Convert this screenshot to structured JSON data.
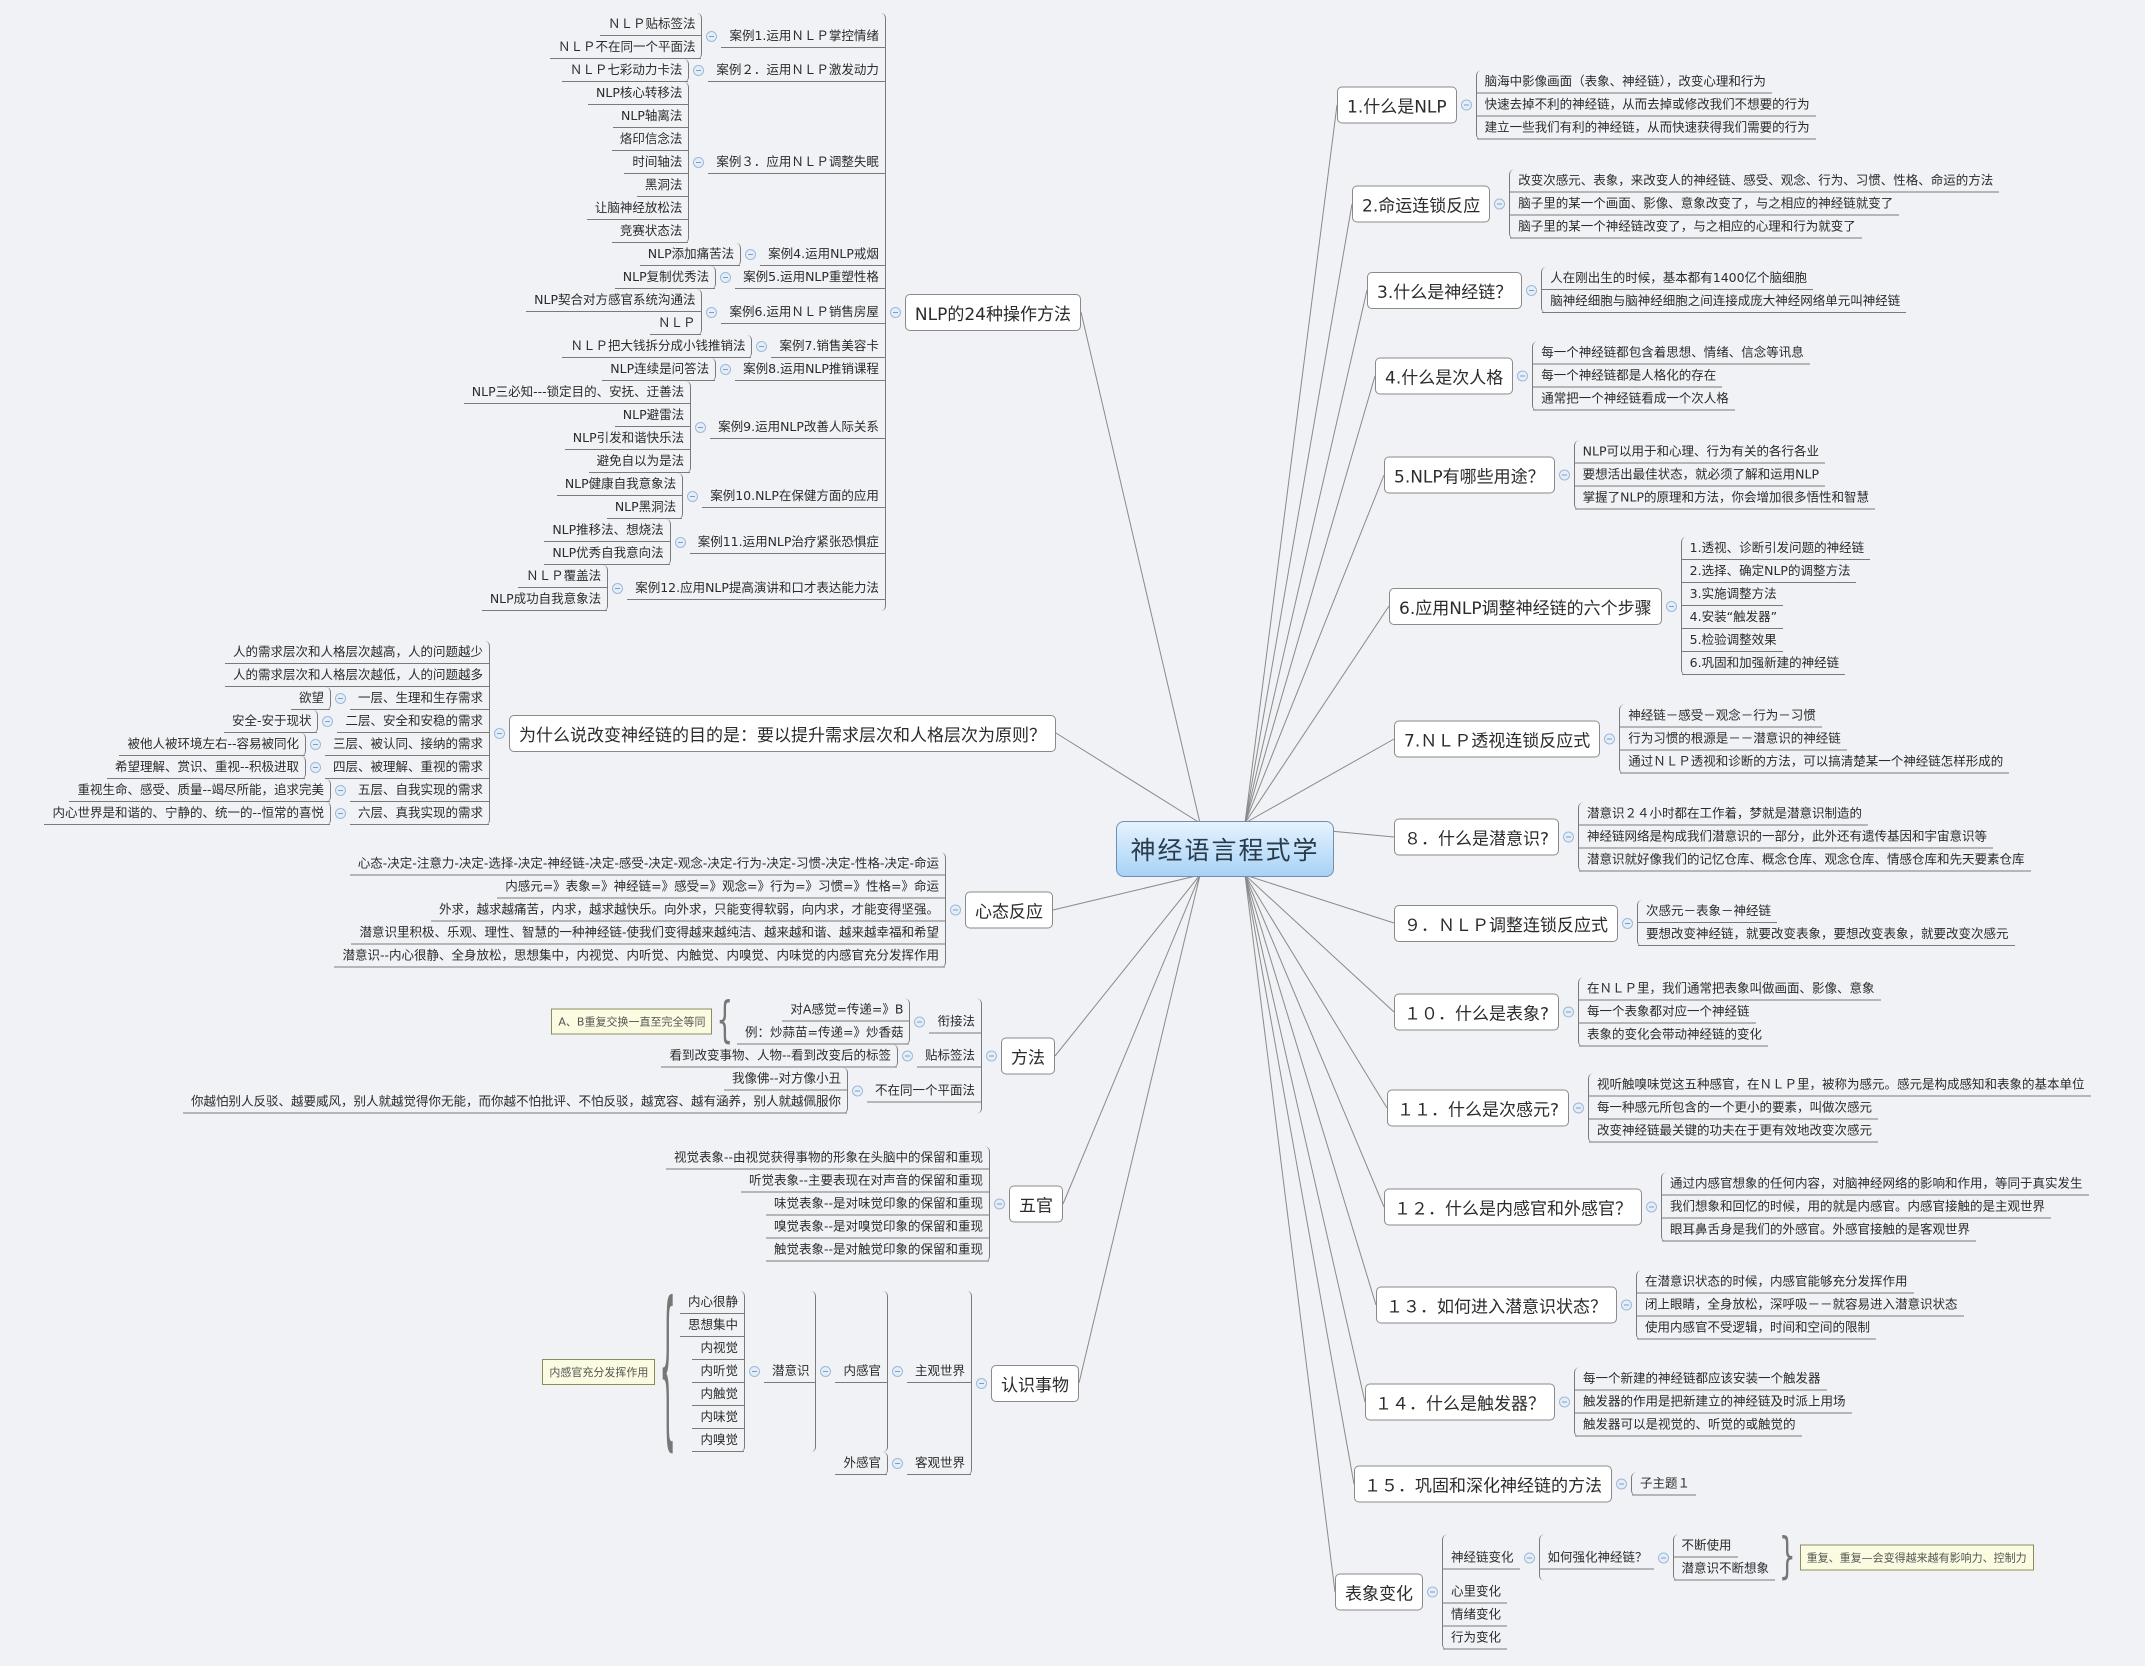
{
  "title": "神经语言程式学",
  "colors": {
    "background": "#f1f2f6",
    "center_top": "#e6f3ff",
    "center_bottom": "#a7d2f6",
    "line": "#7a7a7a",
    "callout": "#fbfbe1"
  },
  "right_branches": [
    {
      "label": "1.什么是NLP",
      "children": [
        "脑海中影像画面（表象、神经链），改变心理和行为",
        "快速去掉不利的神经链，从而去掉或修改我们不想要的行为",
        "建立一些我们有利的神经链，从而快速获得我们需要的行为"
      ]
    },
    {
      "label": "2.命运连锁反应",
      "children": [
        "改变次感元、表象，来改变人的神经链、感受、观念、行为、习惯、性格、命运的方法",
        "脑子里的某一个画面、影像、意象改变了，与之相应的神经链就变了",
        "脑子里的某一个神经链改变了，与之相应的心理和行为就变了"
      ]
    },
    {
      "label": "3.什么是神经链？",
      "children": [
        "人在刚出生的时候，基本都有1400亿个脑细胞",
        "脑神经细胞与脑神经细胞之间连接成庞大神经网络单元叫神经链"
      ]
    },
    {
      "label": "4.什么是次人格",
      "children": [
        "每一个神经链都包含着思想、情绪、信念等讯息",
        "每一个神经链都是人格化的存在",
        "通常把一个神经链看成一个次人格"
      ]
    },
    {
      "label": "5.NLP有哪些用途？",
      "children": [
        "NLP可以用于和心理、行为有关的各行各业",
        "要想活出最佳状态，就必须了解和运用NLP",
        "掌握了NLP的原理和方法，你会增加很多悟性和智慧"
      ]
    },
    {
      "label": "6.应用NLP调整神经链的六个步骤",
      "children": [
        "1.透视、诊断引发问题的神经链",
        "2.选择、确定NLP的调整方法",
        "3.实施调整方法",
        "4.安装“触发器”",
        "5.检验调整效果",
        "6.巩固和加强新建的神经链"
      ]
    },
    {
      "label": "7.ＮＬＰ透视连锁反应式",
      "children": [
        "神经链－感受－观念－行为－习惯",
        "行为习惯的根源是－－潜意识的神经链",
        "通过ＮＬＰ透视和诊断的方法，可以搞清楚某一个神经链怎样形成的"
      ]
    },
    {
      "label": "８．什么是潜意识?",
      "children": [
        "潜意识２４小时都在工作着，梦就是潜意识制造的",
        "神经链网络是构成我们潜意识的一部分，此外还有遗传基因和宇宙意识等",
        "潜意识就好像我们的记忆仓库、概念仓库、观念仓库、情感仓库和先天要素仓库"
      ]
    },
    {
      "label": "９．ＮＬＰ调整连锁反应式",
      "children": [
        "次感元－表象－神经链",
        "要想改变神经链，就要改变表象，要想改变表象，就要改变次感元"
      ]
    },
    {
      "label": "１０．什么是表象?",
      "children": [
        "在ＮＬＰ里，我们通常把表象叫做画面、影像、意象",
        "每一个表象都对应一个神经链",
        "表象的变化会带动神经链的变化"
      ]
    },
    {
      "label": "１１．什么是次感元?",
      "children": [
        "视听触嗅味觉这五种感官，在ＮＬＰ里，被称为感元。感元是构成感知和表象的基本单位",
        "每一种感元所包含的一个更小的要素，叫做次感元",
        "改变神经链最关键的功夫在于更有效地改变次感元"
      ]
    },
    {
      "label": "１２．什么是内感官和外感官？",
      "children": [
        "通过内感官想象的任何内容，对脑神经网络的影响和作用，等同于真实发生",
        "我们想象和回忆的时候，用的就是内感官。内感官接触的是主观世界",
        "眼耳鼻舌身是我们的外感官。外感官接触的是客观世界"
      ]
    },
    {
      "label": "１３．如何进入潜意识状态？",
      "children": [
        "在潜意识状态的时候，内感官能够充分发挥作用",
        "闭上眼睛，全身放松，深呼吸－－就容易进入潜意识状态",
        "使用内感官不受逻辑，时间和空间的限制"
      ]
    },
    {
      "label": "１４．什么是触发器？",
      "children": [
        "每一个新建的神经链都应该安装一个触发器",
        "触发器的作用是把新建立的神经链及时派上用场",
        "触发器可以是视觉的、听觉的或触觉的"
      ]
    },
    {
      "label": "１５．巩固和深化神经链的方法",
      "children": [
        "子主题１"
      ]
    },
    {
      "label": "表象变化",
      "children": [
        {
          "label": "神经链变化",
          "children": [
            {
              "label": "如何强化神经链？",
              "children": [
                "不断使用",
                "潜意识不断想象"
              ],
              "summary": "重复、重复—会变得越来越有影响力、控制力"
            }
          ]
        },
        "心里变化",
        "情绪变化",
        "行为变化"
      ]
    }
  ],
  "left_branches": [
    {
      "label": "NLP的24种操作方法",
      "children": [
        {
          "label": "案例1.运用ＮＬＰ掌控情绪",
          "children": [
            "ＮＬＰ贴标签法",
            "ＮＬＰ不在同一个平面法"
          ]
        },
        {
          "label": "案例２．运用ＮＬＰ激发动力",
          "children": [
            "ＮＬＰ七彩动力卡法"
          ]
        },
        {
          "label": "案例３．应用ＮＬＰ调整失眠",
          "children": [
            "NLP核心转移法",
            "NLP轴离法",
            "烙印信念法",
            "时间轴法",
            "黑洞法",
            "让脑神经放松法",
            "竞赛状态法"
          ]
        },
        {
          "label": "案例4.运用NLP戒烟",
          "children": [
            "NLP添加痛苦法"
          ]
        },
        {
          "label": "案例5.运用NLP重塑性格",
          "children": [
            "NLP复制优秀法"
          ]
        },
        {
          "label": "案例6.运用ＮＬＰ销售房屋",
          "children": [
            "NLP契合对方感官系统沟通法",
            "ＮＬＰ"
          ]
        },
        {
          "label": "案例7.销售美容卡",
          "children": [
            "ＮＬＰ把大钱拆分成小钱推销法"
          ]
        },
        {
          "label": "案例8.运用NLP推销课程",
          "children": [
            "NLP连续是问答法"
          ]
        },
        {
          "label": "案例9.运用NLP改善人际关系",
          "children": [
            "NLP三必知---锁定目的、安抚、迂善法",
            "NLP避雷法",
            "NLP引发和谐快乐法",
            "避免自以为是法"
          ]
        },
        {
          "label": "案例10.NLP在保健方面的应用",
          "children": [
            "NLP健康自我意象法",
            "NLP黑洞法"
          ]
        },
        {
          "label": "案例11.运用NLP治疗紧张恐惧症",
          "children": [
            "NLP推移法、想烧法",
            "NLP优秀自我意向法"
          ]
        },
        {
          "label": "案例12.应用NLP提高演讲和口才表达能力法",
          "children": [
            "ＮＬＰ覆盖法",
            "NLP成功自我意象法"
          ]
        }
      ]
    },
    {
      "label": "为什么说改变神经链的目的是：要以提升需求层次和人格层次为原则？",
      "children": [
        "人的需求层次和人格层次越高，人的问题越少",
        "人的需求层次和人格层次越低，人的问题越多",
        {
          "label": "一层、生理和生存需求",
          "children": [
            "欲望"
          ]
        },
        {
          "label": "二层、安全和安稳的需求",
          "children": [
            "安全-安于现状"
          ]
        },
        {
          "label": "三层、被认同、接纳的需求",
          "children": [
            "被他人被环境左右--容易被同化"
          ]
        },
        {
          "label": "四层、被理解、重视的需求",
          "children": [
            "希望理解、赏识、重视--积极进取"
          ]
        },
        {
          "label": "五层、自我实现的需求",
          "children": [
            "重视生命、感受、质量--竭尽所能，追求完美"
          ]
        },
        {
          "label": "六层、真我实现的需求",
          "children": [
            "内心世界是和谐的、宁静的、统一的--恒常的喜悦"
          ]
        }
      ]
    },
    {
      "label": "心态反应",
      "children": [
        "心态-决定-注意力-决定-选择-决定-神经链-决定-感受-决定-观念-决定-行为-决定-习惯-决定-性格-决定-命运",
        "内感元=》表象=》神经链=》感受=》观念=》行为=》习惯=》性格=》命运",
        "外求，越求越痛苦，内求，越求越快乐。向外求，只能变得软弱，向内求，才能变得坚强。",
        "潜意识里积极、乐观、理性、智慧的一种神经链-使我们变得越来越纯洁、越来越和谐、越来越幸福和希望",
        "潜意识--内心很静、全身放松，思想集中，内视觉、内听觉、内触觉、内嗅觉、内味觉的内感官充分发挥作用"
      ]
    },
    {
      "label": "方法",
      "children": [
        {
          "label": "衔接法",
          "children": [
            "对A感觉=传递=》B",
            "例：炒蒜苗=传递=》炒香菇"
          ],
          "summary": "A、B重复交换一直至完全等同"
        },
        {
          "label": "贴标签法",
          "children": [
            "看到改变事物、人物--看到改变后的标签"
          ]
        },
        {
          "label": "不在同一个平面法",
          "children": [
            "我像佛--对方像小丑",
            "你越怕别人反驳、越要威风，别人就越觉得你无能，而你越不怕批评、不怕反驳，越宽容、越有涵养，别人就越佩服你"
          ]
        }
      ]
    },
    {
      "label": "五官",
      "children": [
        "视觉表象--由视觉获得事物的形象在头脑中的保留和重现",
        "听觉表象--主要表现在对声音的保留和重现",
        "味觉表象--是对味觉印象的保留和重现",
        "嗅觉表象--是对嗅觉印象的保留和重现",
        "触觉表象--是对触觉印象的保留和重现"
      ]
    },
    {
      "label": "认识事物",
      "children": [
        {
          "label": "主观世界",
          "children": [
            {
              "label": "内感官",
              "children": [
                {
                  "label": "潜意识",
                  "children": [
                    "内心很静",
                    "思想集中",
                    "内视觉",
                    "内听觉",
                    "内触觉",
                    "内味觉",
                    "内嗅觉"
                  ],
                  "summary": "内感官充分发挥作用"
                }
              ]
            }
          ]
        },
        {
          "label": "客观世界",
          "children": [
            "外感官"
          ]
        }
      ]
    }
  ]
}
